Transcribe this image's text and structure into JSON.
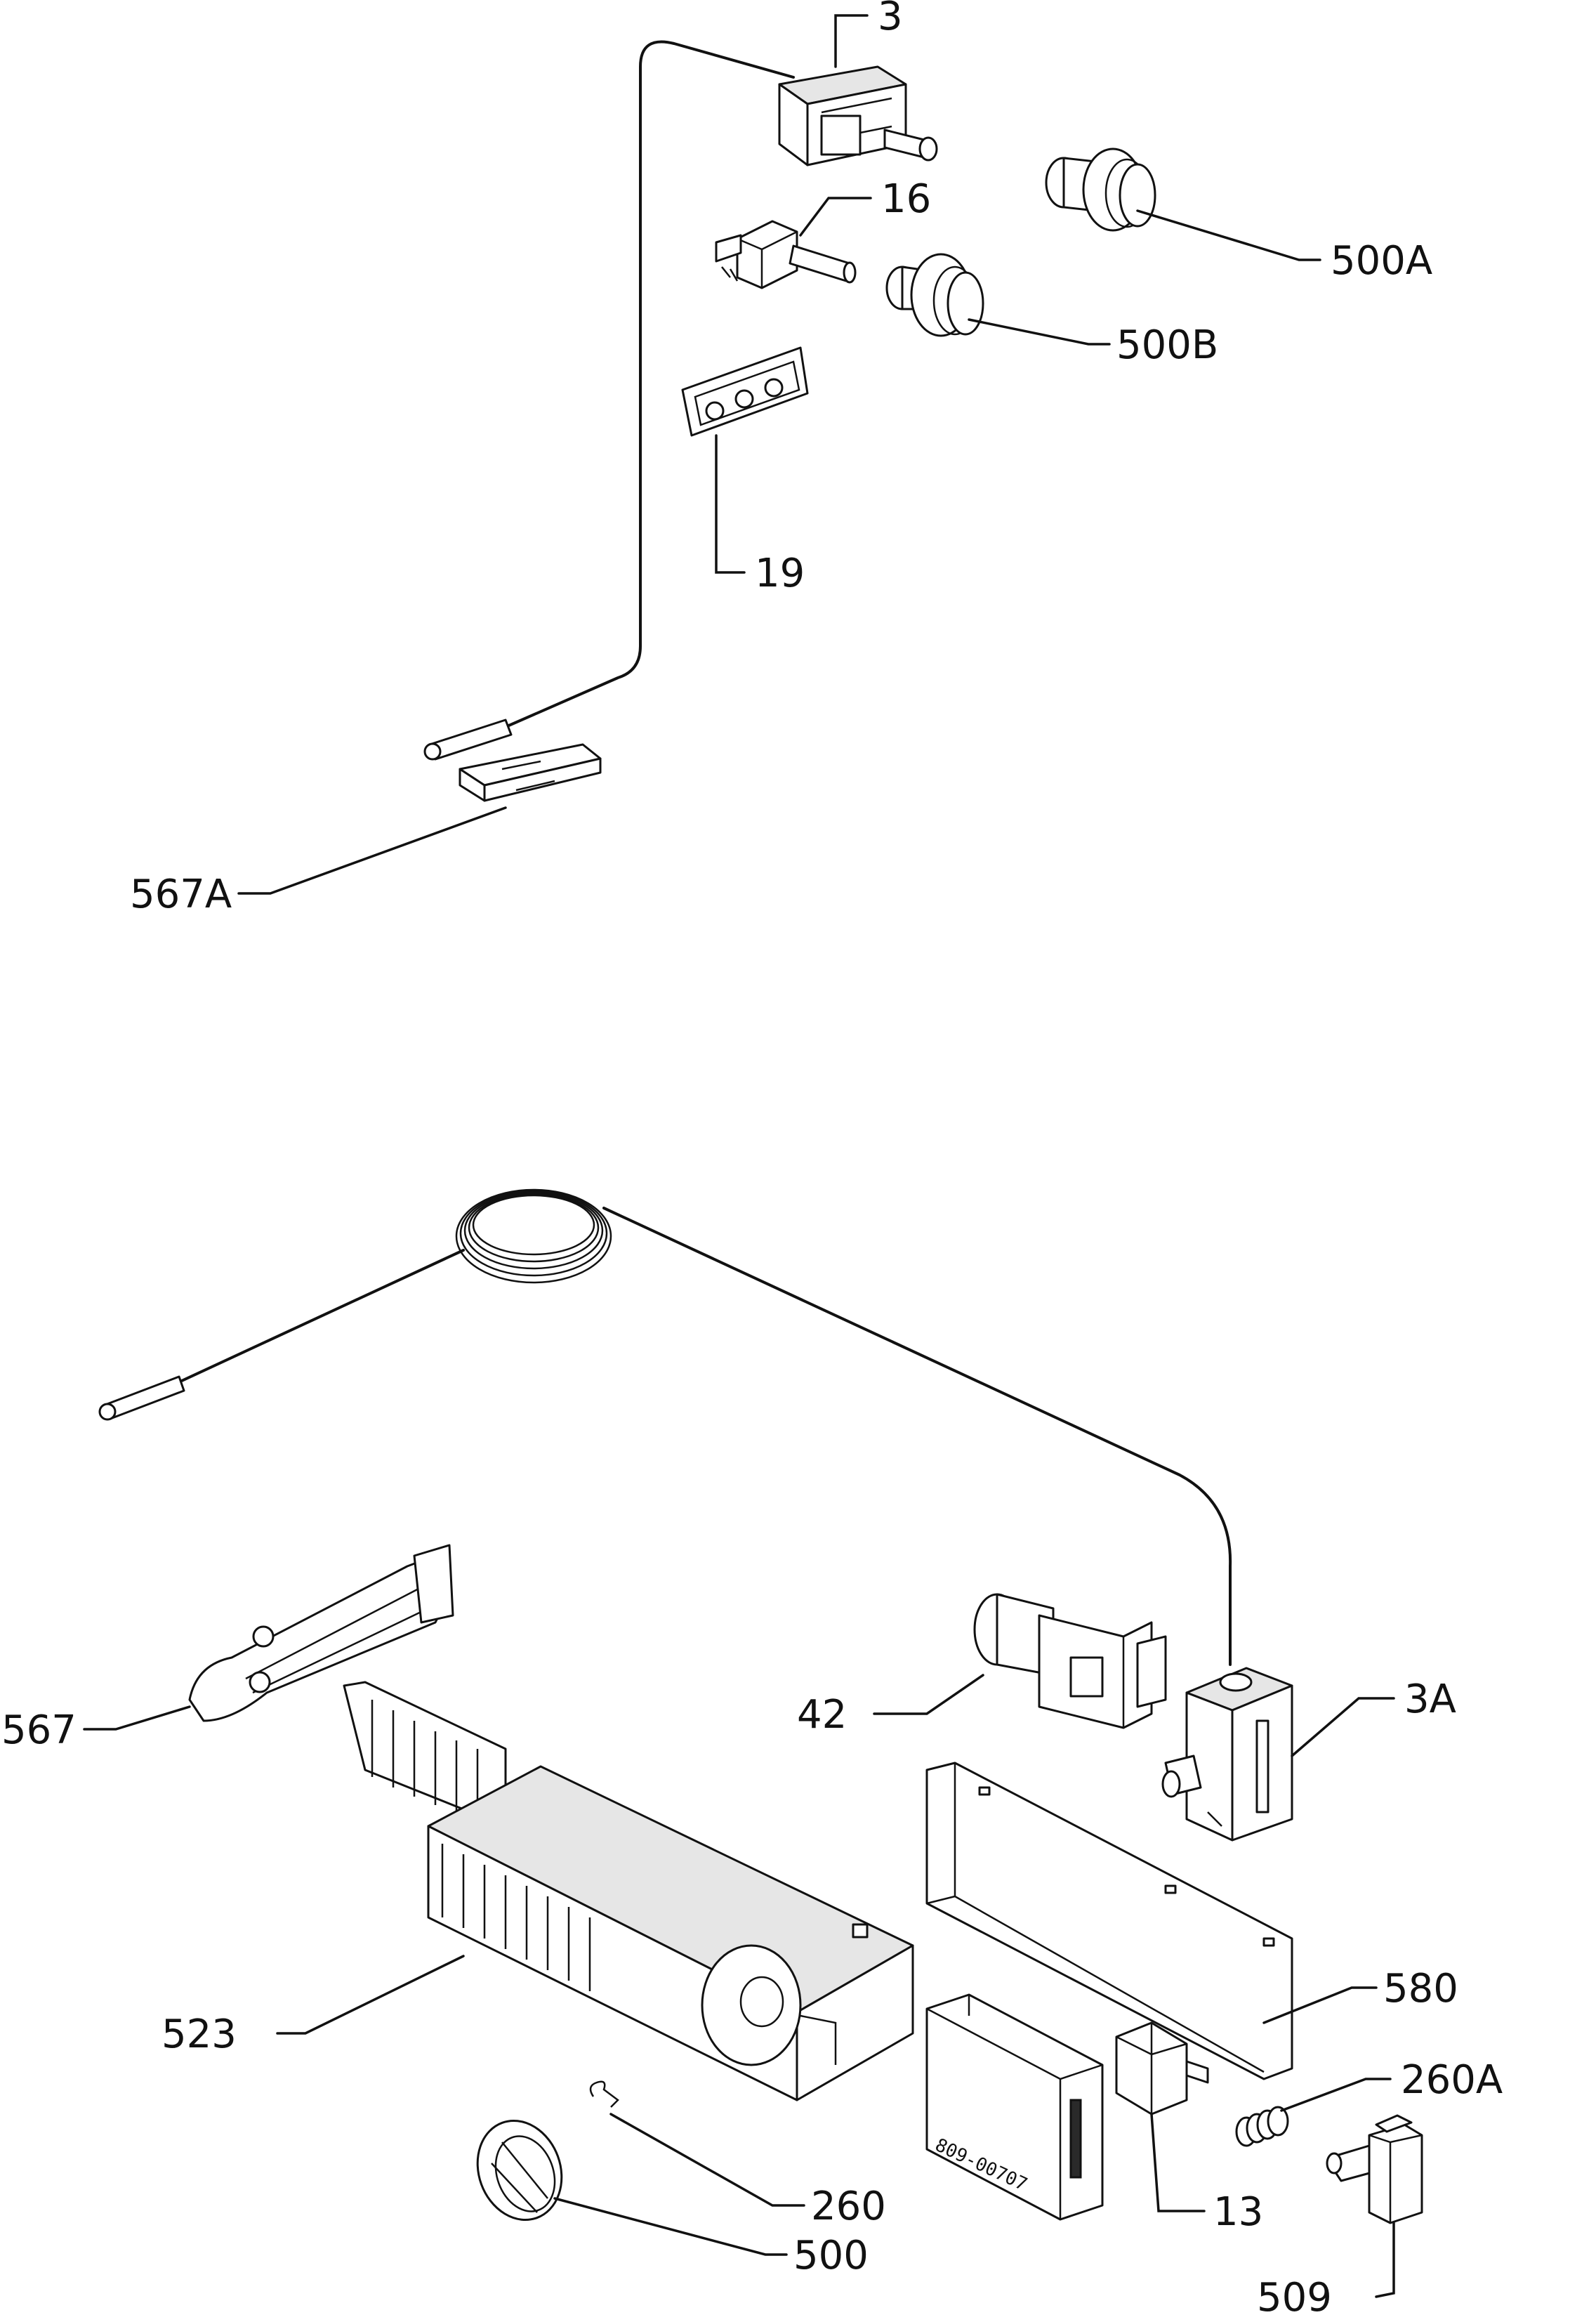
{
  "callouts": {
    "p3": "3",
    "p16": "16",
    "p500a": "500A",
    "p500b": "500B",
    "p19": "19",
    "p567a": "567A",
    "p3a": "3A",
    "p42": "42",
    "p567": "567",
    "p523": "523",
    "p580": "580",
    "p260a": "260A",
    "p260": "260",
    "p500": "500",
    "p13": "13",
    "p509": "509"
  },
  "stamp": "809-00707"
}
